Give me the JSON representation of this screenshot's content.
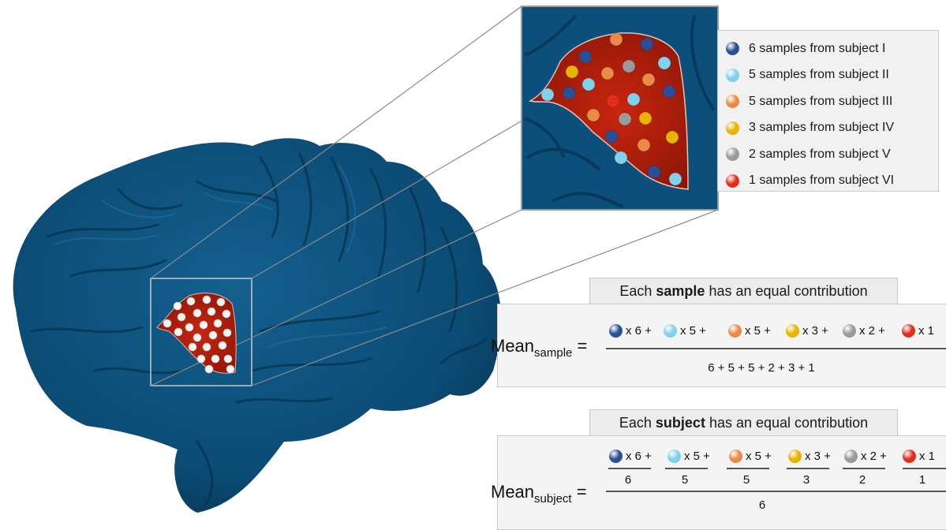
{
  "legend": {
    "items": [
      {
        "label": "6 samples from subject I",
        "color": "#2a4f96"
      },
      {
        "label": "5 samples from subject II",
        "color": "#7fd1ec"
      },
      {
        "label": "5 samples from subject III",
        "color": "#e98a45"
      },
      {
        "label": "3 samples from subject IV",
        "color": "#e9b300"
      },
      {
        "label": "2 samples from subject V",
        "color": "#9a9a9a"
      },
      {
        "label": "1 samples from subject VI",
        "color": "#e52d1b"
      }
    ]
  },
  "sample_panel": {
    "header_prefix": "Each ",
    "header_bold": "sample",
    "header_suffix": " has an equal contribution",
    "mean_label": "Mean",
    "mean_sub": "sample",
    "equals": "=",
    "terms": [
      "x 6 +",
      "x 5 +",
      "x 5 +",
      "x 3 +",
      "x 2 +",
      "x 1"
    ],
    "denominator": "6 + 5 + 5 + 2 + 3 + 1"
  },
  "subject_panel": {
    "header_prefix": "Each ",
    "header_bold": "subject",
    "header_suffix": " has an equal contribution",
    "mean_label": "Mean",
    "mean_sub": "subject",
    "equals": "=",
    "terms": [
      "x 6 +",
      "x 5 +",
      "x 5 +",
      "x 3 +",
      "x 2 +",
      "x 1"
    ],
    "term_denominators": [
      "6",
      "5",
      "5",
      "3",
      "2",
      "1"
    ],
    "denominator": "6"
  },
  "colors": {
    "brain": "#0b4b74",
    "brain_dark": "#07324f",
    "region": "#b21e0c",
    "white_dot": "#f4f4f4"
  }
}
